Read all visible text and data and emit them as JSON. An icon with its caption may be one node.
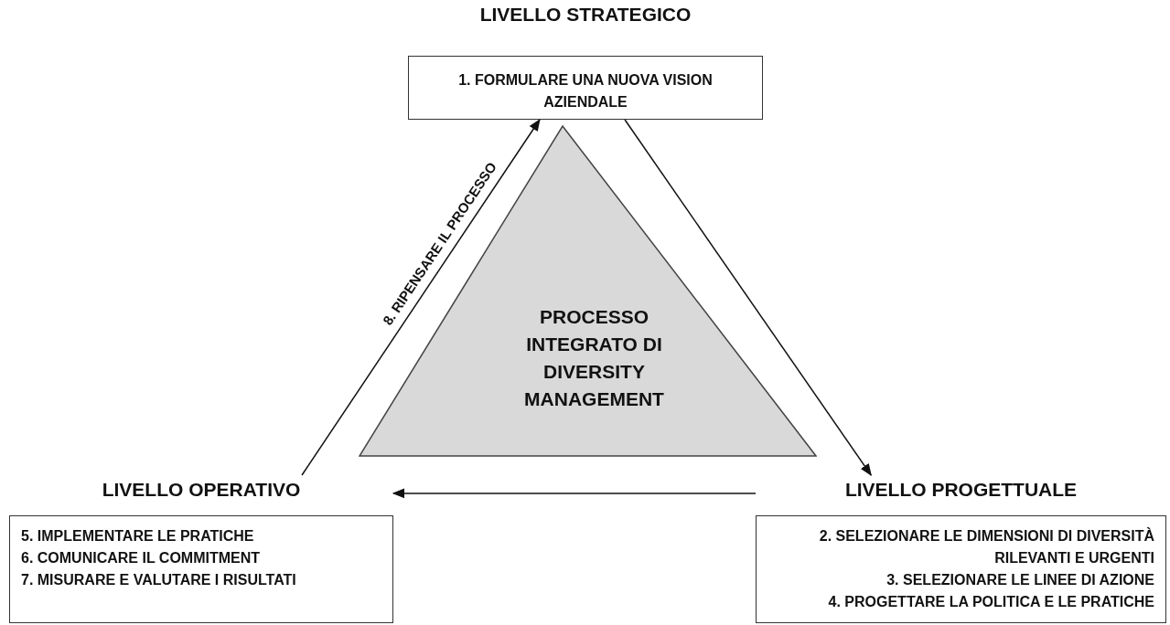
{
  "diagram": {
    "nodes": [
      {
        "text": [
          "LIVELLO STRATEGICO",
          "1. FORMULARE UNA NUOVA VISION AZIENDALE"
        ]
      },
      {
        "text": [
          "PROCESSO INTEGRATO DI DIVERSITY MANAGEMENT"
        ]
      },
      {
        "text": [
          "LIVELLO PROGETTUALE",
          "2. SELEZIONARE LE DIMENSIONI DI DIVERSITÀ RILEVANTI E URGENTI",
          "3. SELEZIONARE LE LINEE DI AZIONE",
          "4. PROGETTARE LA POLITICA E LE PRATICHE"
        ]
      },
      {
        "text": [
          "LIVELLO OPERATIVO",
          "5. IMPLEMENTARE LE PRATICHE",
          "6. COMUNICARE IL COMMITMENT",
          "7. MISURARE E VALUTARE I RISULTATI"
        ]
      }
    ],
    "edges": [
      {
        "from": 0,
        "to": 2,
        "arrow": "to"
      },
      {
        "from": 2,
        "to": 3,
        "arrow": "to"
      },
      {
        "from": 3,
        "to": 0,
        "label": "8. RIPENSARE IL PROCESSO",
        "arrow": "to"
      }
    ]
  }
}
